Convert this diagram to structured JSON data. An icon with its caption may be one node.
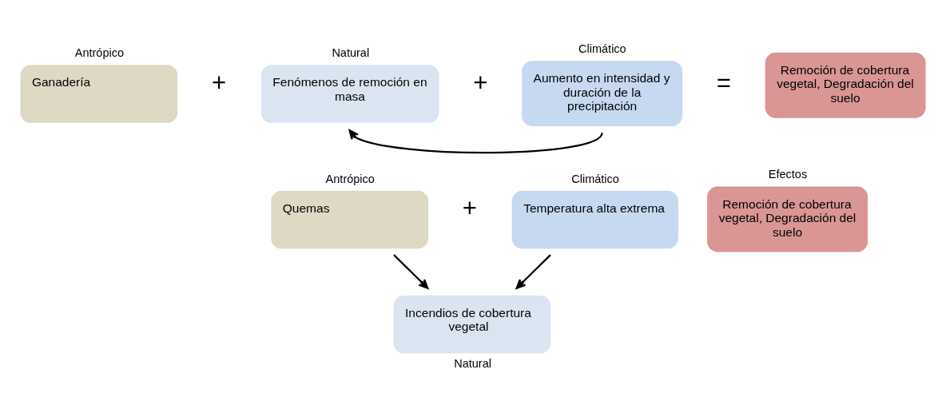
{
  "diagram": {
    "nodes": [
      {
        "text": [
          "Antrópico",
          "Ganadería"
        ]
      },
      {
        "text": [
          "Natural",
          "Fenómenos de remoción en masa"
        ]
      },
      {
        "text": [
          "Climático",
          "Aumento en intensidad y duración de la precipitación"
        ]
      },
      {
        "text": [
          "Remoción de cobertura vegetal, Degradación del suelo"
        ]
      },
      {
        "text": [
          "Antrópico",
          "Quemas"
        ]
      },
      {
        "text": [
          "Climático",
          "Temperatura alta extrema"
        ]
      },
      {
        "text": [
          "Efectos",
          "Remoción de cobertura vegetal, Degradación del suelo"
        ]
      },
      {
        "text": [
          "Incendios de cobertura vegetal"
        ],
        "beside": [
          "Natural"
        ]
      }
    ],
    "edges": [
      {
        "from": 2,
        "to": 1,
        "arrow": "to"
      },
      {
        "from": 4,
        "to": 7,
        "arrow": "to"
      },
      {
        "from": 5,
        "to": 7,
        "arrow": "to"
      }
    ],
    "labels": [
      "+",
      "+",
      "=",
      "+"
    ]
  }
}
